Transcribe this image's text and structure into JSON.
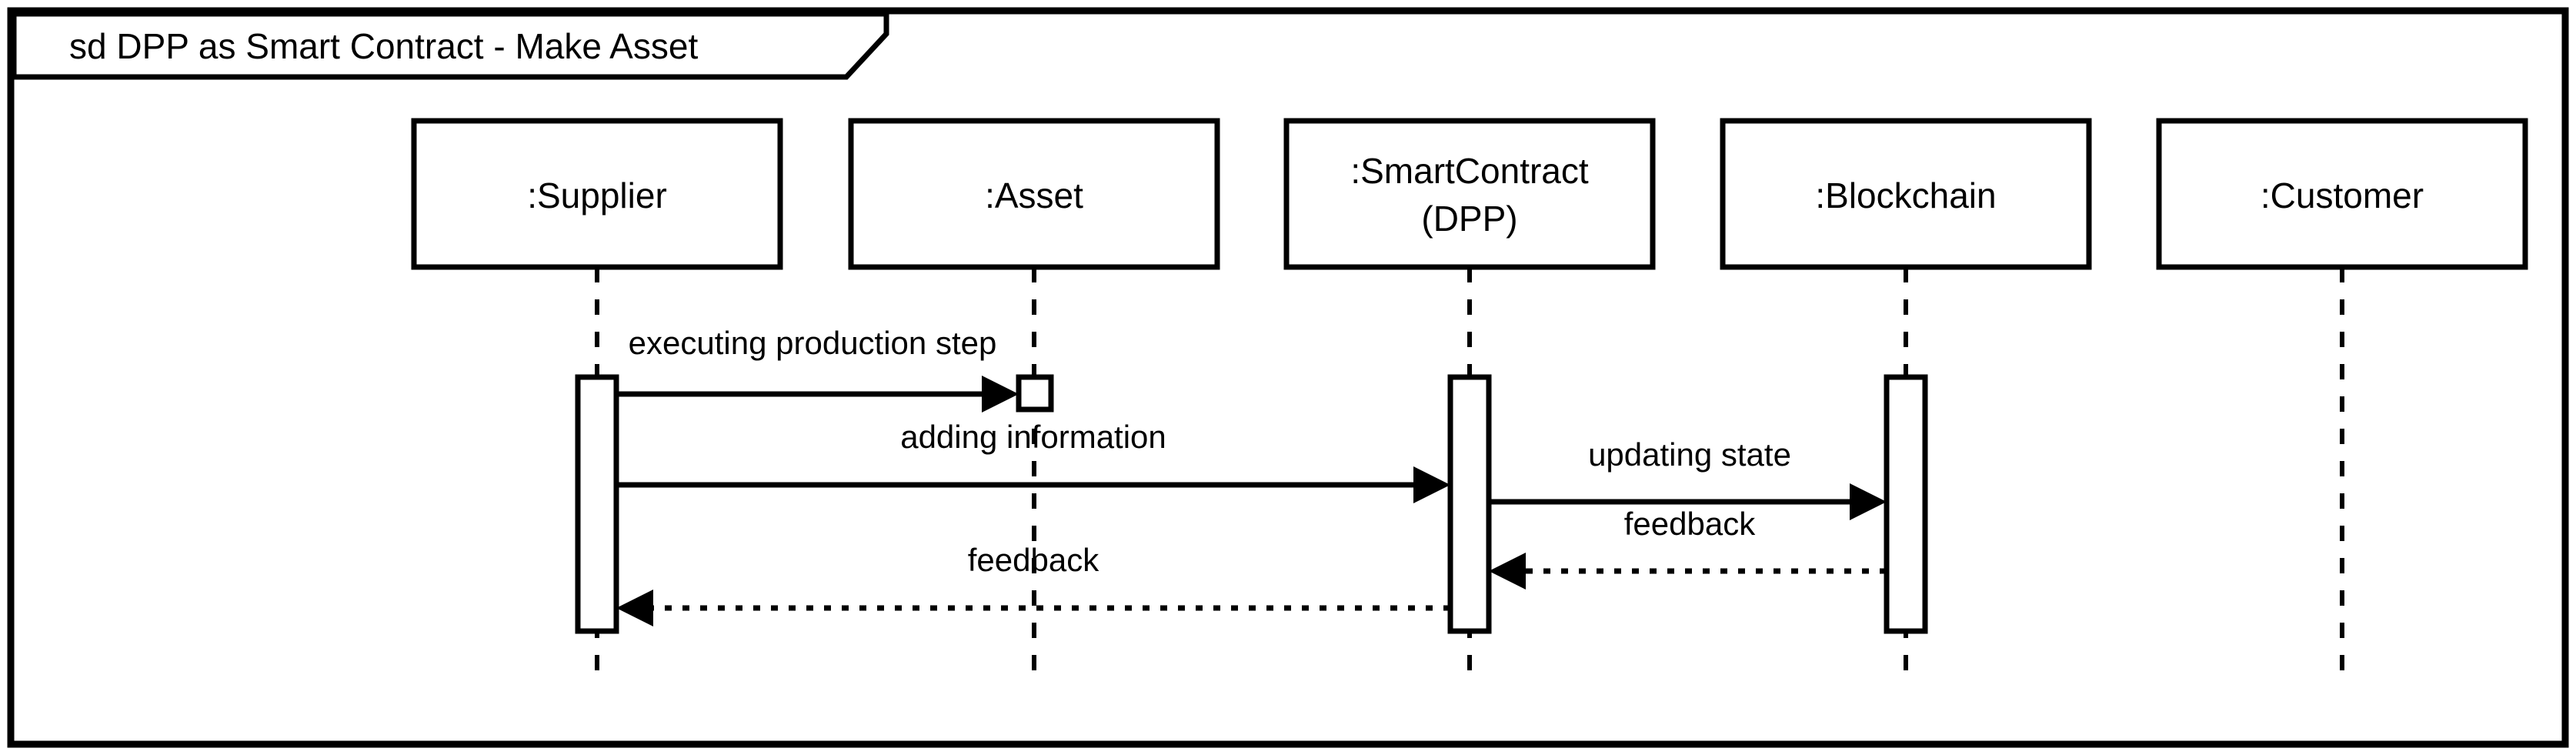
{
  "diagram": {
    "kind": "uml-sequence-diagram",
    "frame": {
      "title": "sd DPP as Smart Contract - Make Asset"
    },
    "lifelines": [
      {
        "id": "supplier",
        "label": ":Supplier",
        "label2": ""
      },
      {
        "id": "asset",
        "label": ":Asset",
        "label2": ""
      },
      {
        "id": "smartcontract",
        "label": ":SmartContract",
        "label2": "(DPP)"
      },
      {
        "id": "blockchain",
        "label": ":Blockchain",
        "label2": ""
      },
      {
        "id": "customer",
        "label": ":Customer",
        "label2": ""
      }
    ],
    "messages": [
      {
        "id": "msg-executing-production-step",
        "label": "executing production step",
        "from": "supplier",
        "to": "asset",
        "style": "solid",
        "direction": "right"
      },
      {
        "id": "msg-adding-information",
        "label": "adding information",
        "from": "supplier",
        "to": "smartcontract",
        "style": "solid",
        "direction": "right"
      },
      {
        "id": "msg-updating-state",
        "label": "updating state",
        "from": "smartcontract",
        "to": "blockchain",
        "style": "solid",
        "direction": "right"
      },
      {
        "id": "msg-feedback-blockchain",
        "label": "feedback",
        "from": "blockchain",
        "to": "smartcontract",
        "style": "dotted",
        "direction": "left"
      },
      {
        "id": "msg-feedback-supplier",
        "label": "feedback",
        "from": "smartcontract",
        "to": "supplier",
        "style": "dotted",
        "direction": "left"
      }
    ],
    "colors": {
      "stroke": "#000000",
      "background": "#ffffff"
    }
  }
}
